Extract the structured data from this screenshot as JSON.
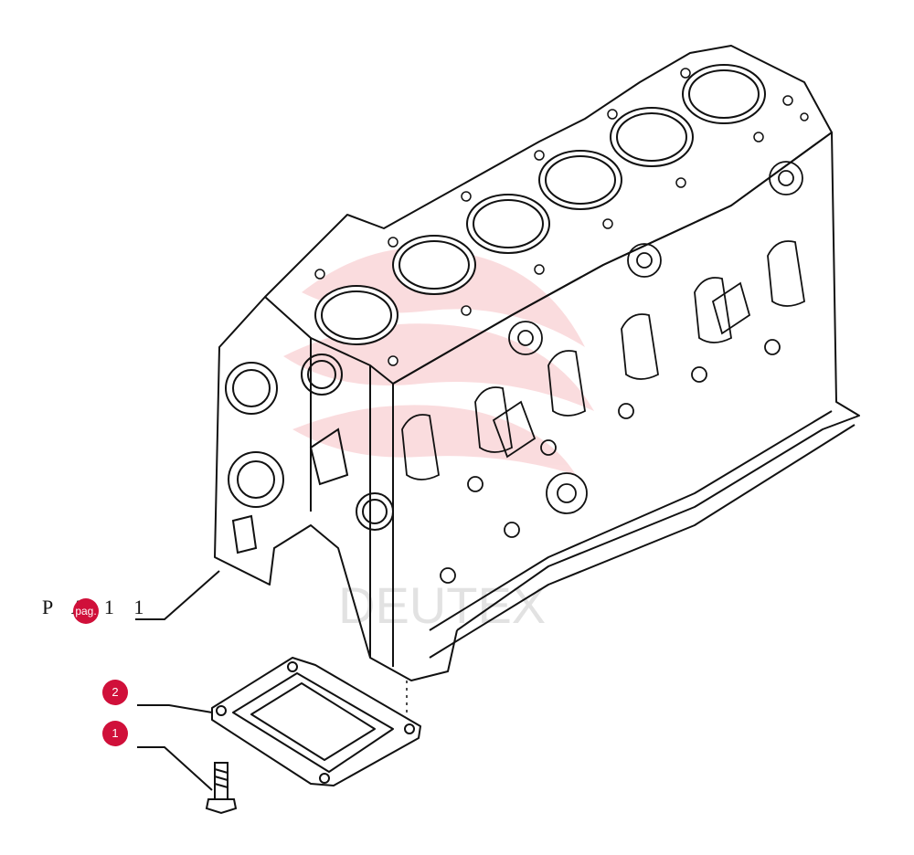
{
  "reference": {
    "text": "P A   1 1",
    "page_link_label": "pag."
  },
  "callouts": [
    {
      "label": "2"
    },
    {
      "label": "1"
    }
  ],
  "colors": {
    "callout": "#d0103a",
    "line": "#111111",
    "watermark": "#e8424e"
  },
  "watermark": {
    "text": "DEUTEX"
  }
}
